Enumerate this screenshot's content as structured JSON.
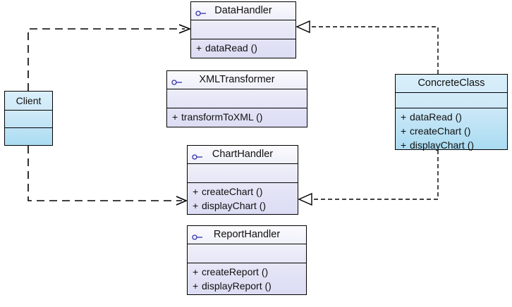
{
  "diagram": {
    "type": "uml-class-diagram",
    "background": "#ffffff",
    "colors": {
      "interface_fill": "#e2e2f6",
      "class_fill": "#b7e2f5",
      "border": "#000000",
      "text": "#101010",
      "icon": "#3333aa"
    }
  },
  "classes": {
    "datahandler": {
      "name": "DataHandler",
      "stereotype_icon": "interface-icon",
      "attributes": [],
      "operations": [
        {
          "visibility": "+",
          "signature": "dataRead ()"
        }
      ]
    },
    "xmltransformer": {
      "name": "XMLTransformer",
      "stereotype_icon": "interface-icon",
      "attributes": [],
      "operations": [
        {
          "visibility": "+",
          "signature": "transformToXML ()"
        }
      ]
    },
    "charthandler": {
      "name": "ChartHandler",
      "stereotype_icon": "interface-icon",
      "attributes": [],
      "operations": [
        {
          "visibility": "+",
          "signature": "createChart ()"
        },
        {
          "visibility": "+",
          "signature": "displayChart ()"
        }
      ]
    },
    "reporthandler": {
      "name": "ReportHandler",
      "stereotype_icon": "interface-icon",
      "attributes": [],
      "operations": [
        {
          "visibility": "+",
          "signature": "createReport ()"
        },
        {
          "visibility": "+",
          "signature": "displayReport ()"
        }
      ]
    },
    "concreteclass": {
      "name": "ConcreteClass",
      "stereotype_icon": "",
      "attributes": [],
      "operations": [
        {
          "visibility": "+",
          "signature": "dataRead ()"
        },
        {
          "visibility": "+",
          "signature": "createChart ()"
        },
        {
          "visibility": "+",
          "signature": "displayChart ()"
        }
      ]
    },
    "client": {
      "name": "Client",
      "stereotype_icon": "",
      "attributes": [],
      "operations": []
    }
  },
  "relationships": [
    {
      "id": "client-uses-datahandler",
      "kind": "dependency",
      "line": "dashed",
      "arrowhead": "open-arrow",
      "source": "client",
      "target": "datahandler"
    },
    {
      "id": "client-uses-charthandler",
      "kind": "dependency",
      "line": "dashed",
      "arrowhead": "open-arrow",
      "source": "client",
      "target": "charthandler"
    },
    {
      "id": "concreteclass-realizes-datahandler",
      "kind": "realization",
      "line": "dashed",
      "arrowhead": "hollow-triangle",
      "source": "concreteclass",
      "target": "datahandler"
    },
    {
      "id": "concreteclass-realizes-charthandler",
      "kind": "realization",
      "line": "dashed",
      "arrowhead": "hollow-triangle",
      "source": "concreteclass",
      "target": "charthandler"
    }
  ]
}
